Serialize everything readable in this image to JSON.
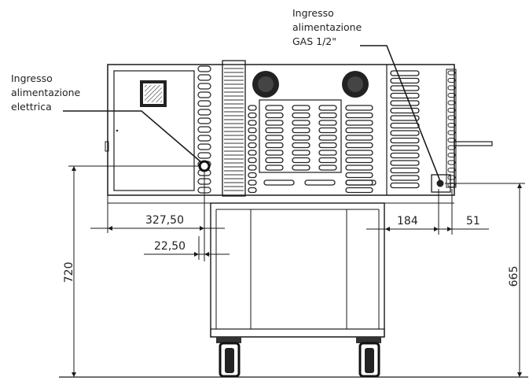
{
  "callouts": {
    "electric_line1": "Ingresso",
    "electric_line2": "alimentazione",
    "electric_line3": "elettrica",
    "gas_line1": "Ingresso",
    "gas_line2": "alimentazione",
    "gas_line3": "GAS 1/2\""
  },
  "dimensions": {
    "d_327_50": "327,50",
    "d_22_50": "22,50",
    "d_184": "184",
    "d_51": "51",
    "d_720": "720",
    "d_665": "665"
  }
}
